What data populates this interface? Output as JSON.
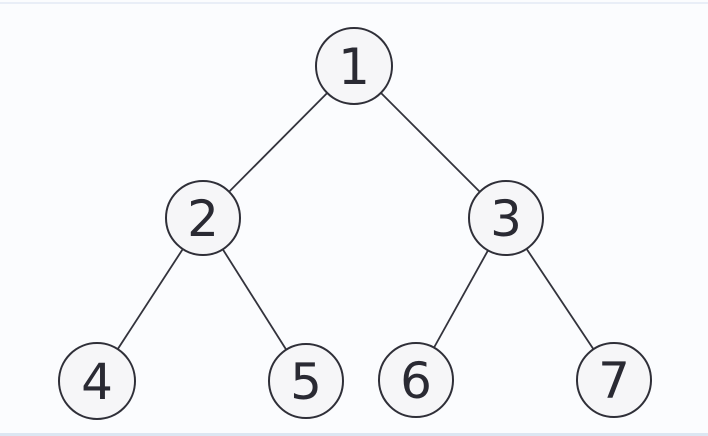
{
  "page": {
    "background_color": "#fbfcfe",
    "top_edge_line_color": "#e9eef7",
    "bottom_edge_line_color": "#dce6f2"
  },
  "diagram": {
    "type": "binary-tree",
    "node_fill": "#f6f6f8",
    "node_stroke": "#2f2f38",
    "edge_color": "#33333c",
    "label_color": "#2a2a33",
    "nodes": [
      {
        "id": "1",
        "label": "1"
      },
      {
        "id": "2",
        "label": "2"
      },
      {
        "id": "3",
        "label": "3"
      },
      {
        "id": "4",
        "label": "4"
      },
      {
        "id": "5",
        "label": "5"
      },
      {
        "id": "6",
        "label": "6"
      },
      {
        "id": "7",
        "label": "7"
      }
    ],
    "edges": [
      [
        "1",
        "2"
      ],
      [
        "1",
        "3"
      ],
      [
        "2",
        "4"
      ],
      [
        "2",
        "5"
      ],
      [
        "3",
        "6"
      ],
      [
        "3",
        "7"
      ]
    ]
  }
}
